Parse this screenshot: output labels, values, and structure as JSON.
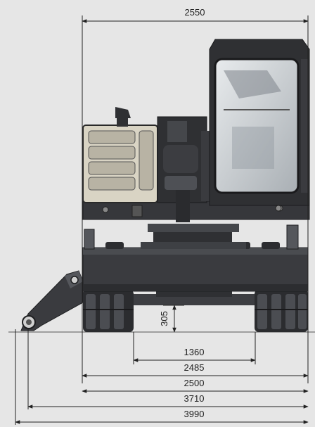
{
  "dimensions": {
    "overall_width": "2550",
    "ground_clearance": "305",
    "track_gauge": "1360",
    "track_width": "2485",
    "undercarriage_width": "2500",
    "outrigger_width": "3710",
    "outrigger_max_width": "3990"
  },
  "colors": {
    "background": "#e6e6e6",
    "machine_dark": "#2f3033",
    "machine_mid": "#45474b",
    "machine_light": "#5a5c61",
    "engine_panel": "#d9d4c4",
    "cab_glass": "#cfd3d6",
    "dimension_line": "#222222"
  }
}
